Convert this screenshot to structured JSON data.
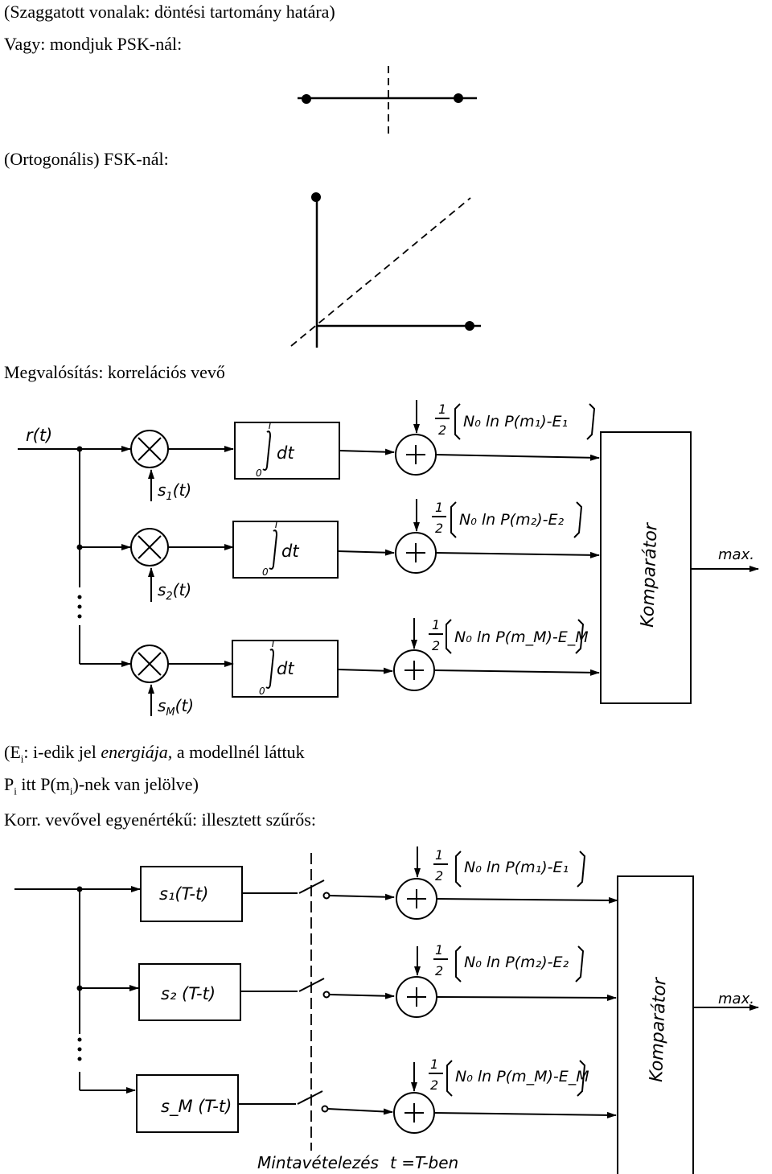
{
  "lines": {
    "l1": "(Szaggatott vonalak: döntési tartomány határa)",
    "l2": "Vagy: mondjuk PSK-nál:",
    "l3": "(Ortogonális) FSK-nál:",
    "l4": "Megvalósítás: korrelációs vevő",
    "l5a": "(E",
    "l5sub": "i",
    "l5b": ": i-edik jel ",
    "l5em": "energiája,",
    "l5c": " a modellnél láttuk",
    "l6a": "P",
    "l6sub": "i",
    "l6b": " itt P(m",
    "l6sub2": "i",
    "l6c": ")-nek van jelölve)",
    "l7": "Korr. vevővel egyenértékű: illesztett szűrős:"
  },
  "fig1": {
    "input": "r(t)",
    "int_upper": "T",
    "int_lower": "0",
    "int_dt": "dt",
    "s1": "s",
    "s1sub": "1",
    "s1t": "(t)",
    "s2": "s",
    "s2sub": "2",
    "s2t": "(t)",
    "sM": "s",
    "sMsub": "M",
    "sMt": "(t)",
    "half_num": "1",
    "half_den": "2",
    "b1": "N₀ ln P(m₁)-E₁",
    "b2": "N₀ ln P(m₂)-E₂",
    "bM": "N₀ ln P(m_M)-E_M",
    "comparator": "Komparátor",
    "output": "max."
  },
  "fig2": {
    "f1": "s₁(T-t)",
    "f2": "s₂ (T-t)",
    "fM": "s_M (T-t)",
    "half_num": "1",
    "half_den": "2",
    "b1": "N₀ ln P(m₁)-E₁",
    "b2": "N₀ ln P(m₂)-E₂",
    "bM": "N₀ ln P(m_M)-E_M",
    "comparator": "Komparátor",
    "output": "max.",
    "sampling": "Mintavételezés",
    "sampling_time": "t =T-ben"
  }
}
